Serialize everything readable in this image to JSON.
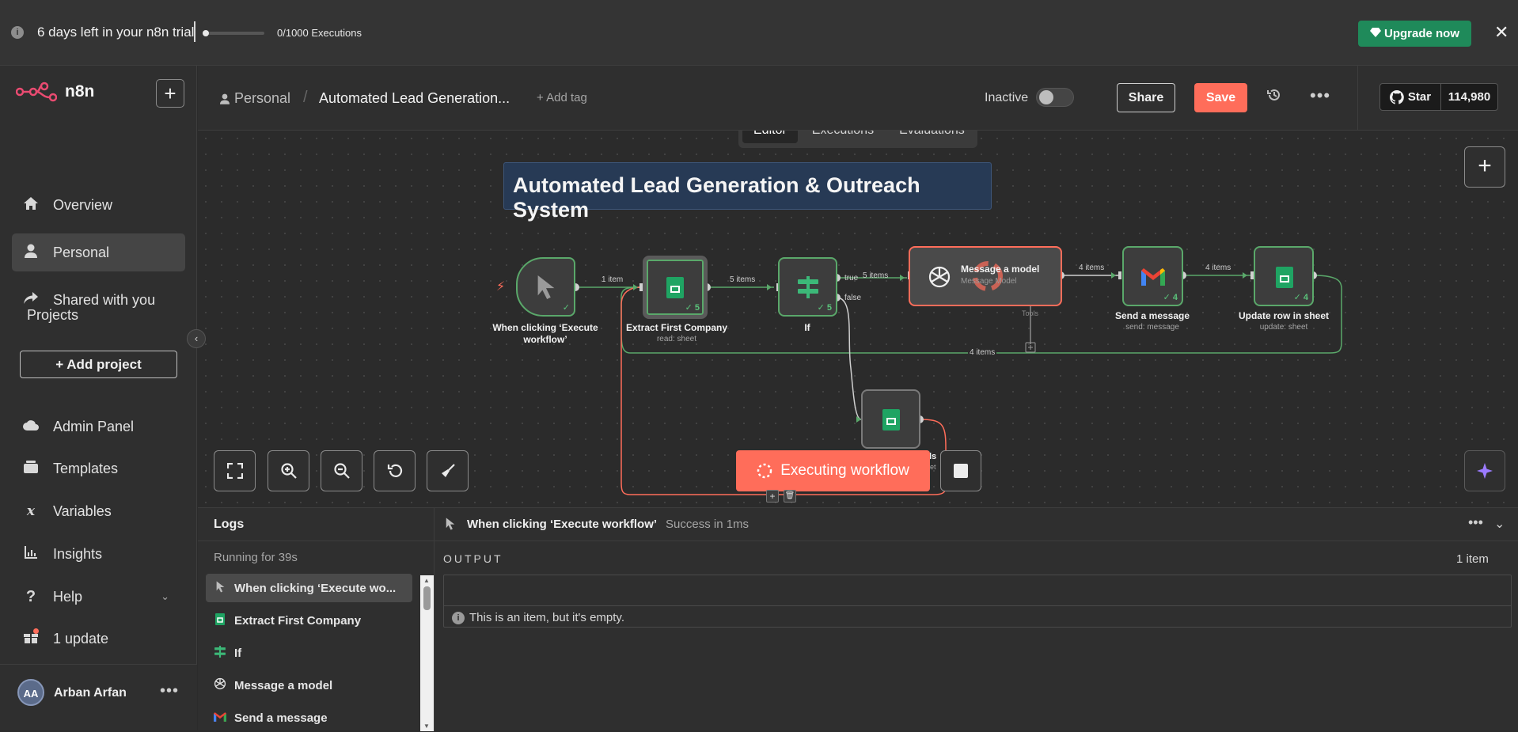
{
  "banner": {
    "trial_text": "6 days left in your n8n trial",
    "executions": "0/1000 Executions",
    "executions_progress": 0,
    "upgrade_label": "Upgrade now"
  },
  "sidebar": {
    "brand": "n8n",
    "items": [
      {
        "label": "Overview",
        "icon": "home-icon"
      },
      {
        "label": "Personal",
        "icon": "user-icon"
      },
      {
        "label": "Shared with you",
        "icon": "share-icon"
      }
    ],
    "projects_label": "Projects",
    "add_project_label": "Add project",
    "bottom_items": [
      {
        "label": "Admin Panel",
        "icon": "cloud-icon"
      },
      {
        "label": "Templates",
        "icon": "templates-icon"
      },
      {
        "label": "Variables",
        "icon": "variables-icon"
      },
      {
        "label": "Insights",
        "icon": "chart-icon"
      },
      {
        "label": "Help",
        "icon": "help-icon"
      },
      {
        "label": "1 update",
        "icon": "gift-icon"
      }
    ],
    "user": {
      "initials": "AA",
      "name": "Arban Arfan"
    }
  },
  "header": {
    "project": "Personal",
    "workflow_title": "Automated Lead Generation...",
    "add_tag": "+ Add tag",
    "status_label": "Inactive",
    "share_label": "Share",
    "save_label": "Save",
    "github_star": "Star",
    "github_count": "114,980"
  },
  "canvas": {
    "tabs": [
      "Editor",
      "Executions",
      "Evaluations"
    ],
    "sticky_title": "Automated Lead Generation & Outreach System",
    "execute_label": "Executing workflow",
    "nodes": {
      "trigger": {
        "label": "When clicking ‘Execute workflow’"
      },
      "extract": {
        "label": "Extract First Company",
        "sub": "read: sheet",
        "count": "5"
      },
      "if": {
        "label": "If",
        "count": "5"
      },
      "model": {
        "label": "Message a model",
        "sub": "Message Model"
      },
      "gmail": {
        "label": "Send a message",
        "sub": "send: message",
        "count": "4"
      },
      "update": {
        "label": "Update row in sheet",
        "sub": "update: sheet",
        "count": "4"
      },
      "sheet_false": {
        "label_tail": "ls",
        "sub_tail": "et"
      }
    },
    "edges": {
      "e1": "1 item",
      "e2": "5 items",
      "e3": "5 items",
      "e_true": "true",
      "e_false": "false",
      "e4": "4 items",
      "e5": "4 items",
      "loop": "4 items",
      "tools": "Tools"
    }
  },
  "logs": {
    "title": "Logs",
    "running": "Running for 39s",
    "items": [
      {
        "label": "When clicking ‘Execute wo...",
        "icon": "cursor-icon"
      },
      {
        "label": "Extract First Company",
        "icon": "sheets-icon"
      },
      {
        "label": "If",
        "icon": "if-icon"
      },
      {
        "label": "Message a model",
        "icon": "openai-icon"
      },
      {
        "label": "Send a message",
        "icon": "gmail-icon"
      }
    ],
    "selected_node": "When clicking ‘Execute workflow’",
    "selected_status": "Success in 1ms",
    "output_label": "OUTPUT",
    "item_count": "1 item",
    "empty_message": "This is an item, but it's empty."
  }
}
